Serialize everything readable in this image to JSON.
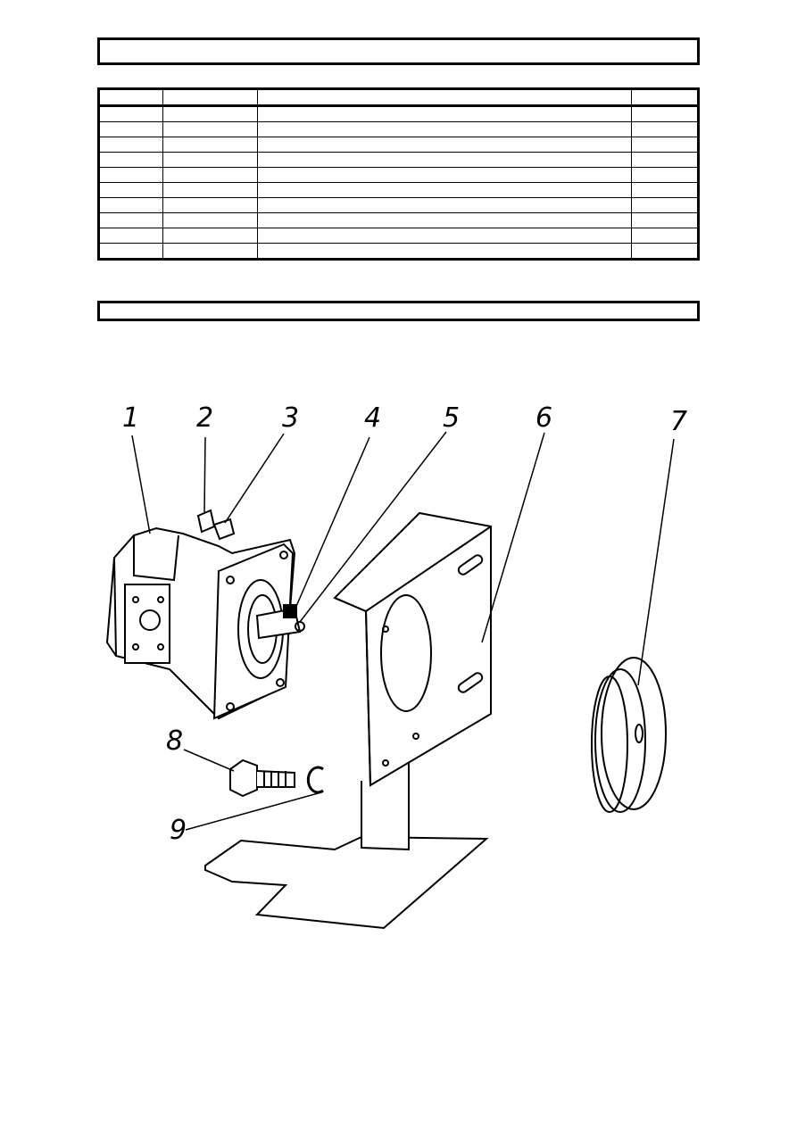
{
  "header": {
    "title": ""
  },
  "parts_table": {
    "columns": [
      "",
      "",
      "",
      ""
    ],
    "rows": [
      [
        "",
        "",
        "",
        ""
      ],
      [
        "",
        "",
        "",
        ""
      ],
      [
        "",
        "",
        "",
        ""
      ],
      [
        "",
        "",
        "",
        ""
      ],
      [
        "",
        "",
        "",
        ""
      ],
      [
        "",
        "",
        "",
        ""
      ],
      [
        "",
        "",
        "",
        ""
      ],
      [
        "",
        "",
        "",
        ""
      ],
      [
        "",
        "",
        "",
        ""
      ],
      [
        "",
        "",
        "",
        ""
      ]
    ]
  },
  "section": {
    "title": ""
  },
  "callouts": [
    "1",
    "2",
    "3",
    "4",
    "5",
    "6",
    "7",
    "8",
    "9"
  ]
}
